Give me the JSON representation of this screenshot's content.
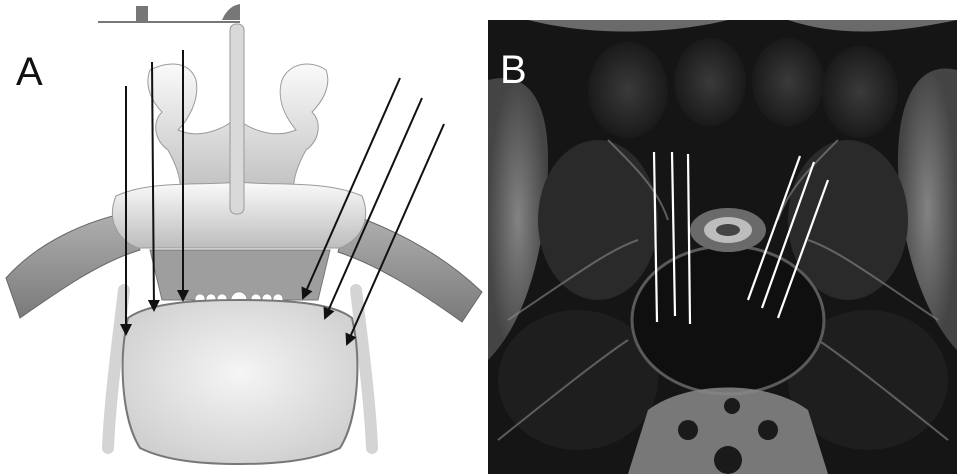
{
  "figure": {
    "panel_a": {
      "letter": "A"
    },
    "panel_b": {
      "letter": "B"
    }
  },
  "colors": {
    "bone_light": "#f2f2f2",
    "bone_mid": "#c8c8c8",
    "bone_dark": "#8a8a8a",
    "arrow": "#111111",
    "mri_background": "#121212",
    "trajectory_line": "#ffffff"
  },
  "icons": {
    "panel_a": "vertebra-3d-illustration",
    "panel_b": "axial-mri-slice"
  }
}
